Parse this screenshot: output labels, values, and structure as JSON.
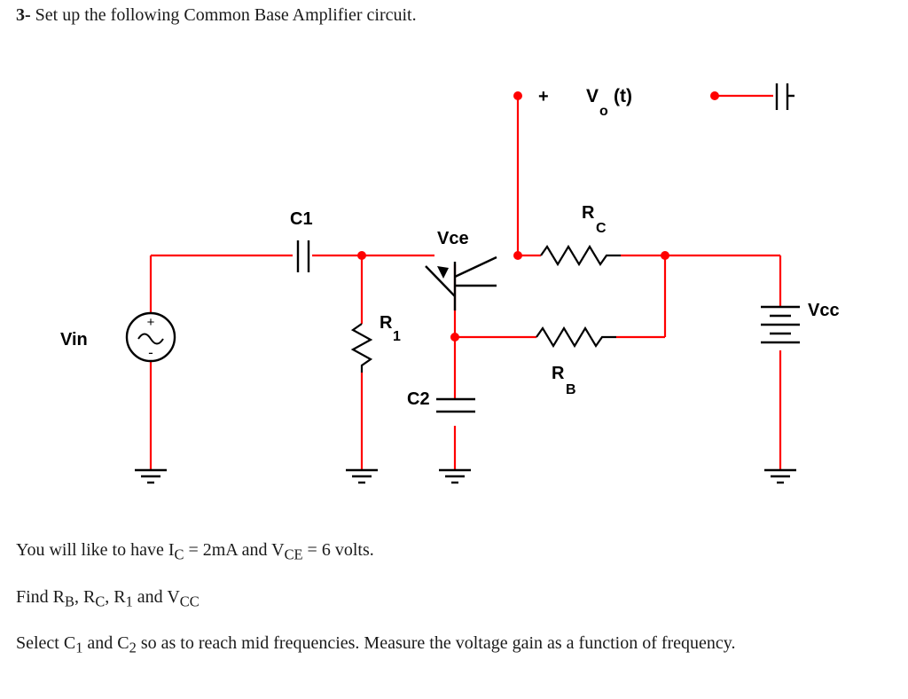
{
  "question": {
    "number": "3-",
    "text": "Set up the following Common Base Amplifier circuit."
  },
  "circuit": {
    "title": "Common Base Amplifier",
    "labels": {
      "c1": "C1",
      "c2": "C2",
      "r1_main": "R",
      "r1_sub": "1",
      "rc_main": "R",
      "rc_sub": "C",
      "rb_main": "R",
      "rb_sub": "B",
      "vin": "Vin",
      "vcc": "Vcc",
      "vce": "Vce",
      "vo_main": "V",
      "vo_sub": "o",
      "vo_tail": "(t)",
      "plus_out": "+",
      "source_plus": "+",
      "source_minus": "-"
    },
    "colors": {
      "wire_red": "#ff0000",
      "wire_black": "#000000",
      "node_red": "#ff0000",
      "background": "#ffffff"
    }
  },
  "body": {
    "line1_pre": "You will like to have I",
    "line1_sub1": "C",
    "line1_mid": " = 2mA and V",
    "line1_sub2": "CE",
    "line1_post": " = 6 volts.",
    "line2_pre": "Find R",
    "line2_sub1": "B",
    "line2_a": ", R",
    "line2_sub2": "C",
    "line2_b": ", R",
    "line2_sub3": "1",
    "line2_c": " and V",
    "line2_sub4": "CC",
    "line3_pre": "Select C",
    "line3_sub1": "1",
    "line3_mid": " and C",
    "line3_sub2": "2",
    "line3_post": " so as to reach mid frequencies.  Measure the voltage gain as a function of frequency."
  }
}
